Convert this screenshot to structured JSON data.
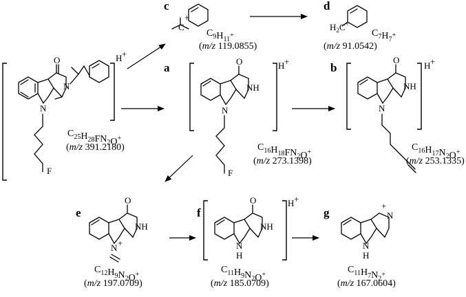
{
  "atoms": {
    "O": "O",
    "N": "N",
    "NH": "NH",
    "H": "H",
    "F": "F",
    "Hplus": "H",
    "plus": "+",
    "H2C": "H",
    "C": "C"
  },
  "compounds": {
    "parent": {
      "formula": "C25H28FN2O+",
      "mz_prefix": "m/z",
      "mz_value": "391.2180"
    },
    "a": {
      "label": "a",
      "formula": "C16H18FN2O+",
      "mz_prefix": "m/z",
      "mz_value": "273.1398"
    },
    "b": {
      "label": "b",
      "formula": "C16H17N2O+",
      "mz_prefix": "m/z",
      "mz_value": "253.1335"
    },
    "c": {
      "label": "c",
      "formula": "C9H11+",
      "mz_prefix": "m/z",
      "mz_value": "119.0855"
    },
    "d": {
      "label": "d",
      "formula": "C7H7+",
      "mz_prefix": "m/z",
      "mz_value": "91.0542"
    },
    "e": {
      "label": "e",
      "formula": "C12H9N2O+",
      "mz_prefix": "m/z",
      "mz_value": "197.0709"
    },
    "f": {
      "label": "f",
      "formula": "C11H9N2O+",
      "mz_prefix": "m/z",
      "mz_value": "185.0709"
    },
    "g": {
      "label": "g",
      "formula": "C11H7N2+",
      "mz_prefix": "m/z",
      "mz_value": "167.0604"
    }
  }
}
